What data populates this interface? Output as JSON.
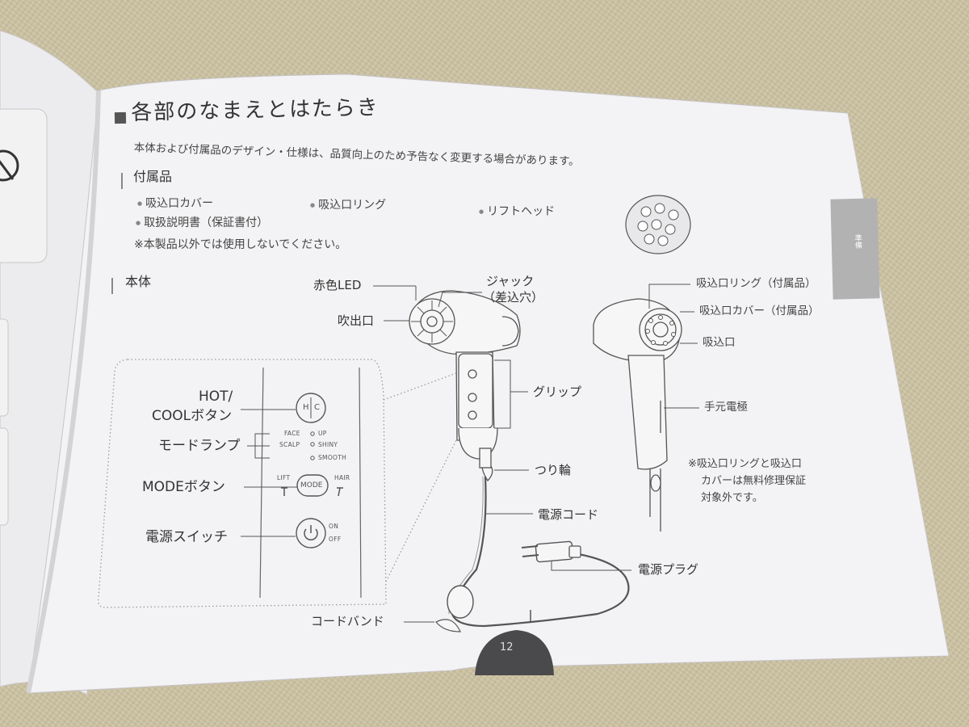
{
  "title": "各部のなまえとはたらき",
  "intro": "本体および付属品のデザイン・仕様は、品質向上のため予告なく変更する場合があります。",
  "accessories": {
    "heading": "付属品",
    "items": [
      "吸込口カバー",
      "吸込口リング",
      "リフトヘッド",
      "取扱説明書（保証書付）"
    ],
    "note": "※本製品以外では使用しないでください。"
  },
  "body": {
    "heading": "本体",
    "labels": {
      "red_led": "赤色LED",
      "jack": "ジャック",
      "jack_sub": "（差込穴）",
      "outlet": "吹出口",
      "grip": "グリップ",
      "hang_ring": "つり輪",
      "power_cord": "電源コード",
      "power_plug": "電源プラグ",
      "cord_band": "コードバンド",
      "intake_ring": "吸込口リング（付属品）",
      "intake_cover": "吸込口カバー（付属品）",
      "intake": "吸込口",
      "hand_electrode": "手元電極"
    },
    "note_lines": [
      "※吸込口リングと吸込口",
      "カバーは無料修理保証",
      "対象外です。"
    ]
  },
  "panel": {
    "hot_cool_label_1": "HOT/",
    "hot_cool_label_2": "COOLボタン",
    "hc_h": "H",
    "hc_c": "C",
    "mode_lamp_label": "モードランプ",
    "lamp_face": "FACE",
    "lamp_scalp": "SCALP",
    "lamp_up": "UP",
    "lamp_shiny": "SHINY",
    "lamp_smooth": "SMOOTH",
    "mode_button_label": "MODEボタン",
    "mode_text": "MODE",
    "lift": "LIFT",
    "hair": "HAIR",
    "power_switch_label": "電源スイッチ",
    "on": "ON",
    "off": "OFF"
  },
  "side_tab": "準備",
  "page_number": "12"
}
